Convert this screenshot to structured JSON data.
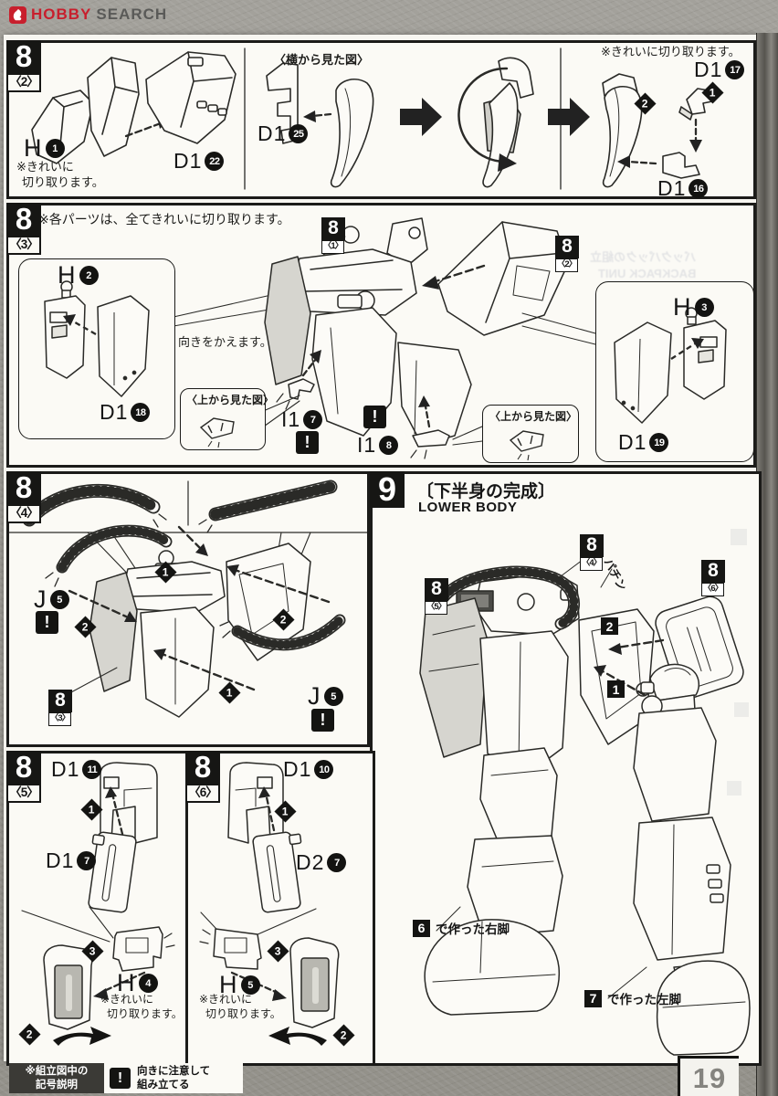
{
  "brand": {
    "hobby": "HOBBY",
    "search": "SEARCH"
  },
  "sym": {
    "excl": "!"
  },
  "p82": {
    "step": "8",
    "sub": "〈2〉",
    "h1_code": "H",
    "h1_num": "1",
    "h1_note1": "※きれいに",
    "h1_note2": "切り取ります。",
    "d122_code": "D1",
    "d122_num": "22",
    "side_view": "〈横から見た図〉",
    "d125_code": "D1",
    "d125_num": "25",
    "cut_note": "※きれいに切り取ります。",
    "d117_code": "D1",
    "d117_num": "17",
    "d116_code": "D1",
    "d116_num": "16",
    "m1": "1",
    "m2": "2"
  },
  "p83": {
    "step": "8",
    "sub": "〈3〉",
    "note": "※各パーツは、全てきれいに切り取ります。",
    "h2_code": "H",
    "h2_num": "2",
    "d118_code": "D1",
    "d118_num": "18",
    "turn_note": "向きをかえます。",
    "top_view1": "〈上から見た図〉",
    "top_view2": "〈上から見た図〉",
    "ref1_step": "8",
    "ref1_sub": "〈1〉",
    "ref2_step": "8",
    "ref2_sub": "〈2〉",
    "i17_code": "I1",
    "i17_num": "7",
    "i18_code": "I1",
    "i18_num": "8",
    "h3_code": "H",
    "h3_num": "3",
    "d119_code": "D1",
    "d119_num": "19",
    "ghost1": "バックパックの組立",
    "ghost2": "BACKPACK UNIT"
  },
  "p84": {
    "step": "8",
    "sub": "〈4〉",
    "j5l_code": "J",
    "j5l_num": "5",
    "j5r_code": "J",
    "j5r_num": "5",
    "ref_step": "8",
    "ref_sub": "〈3〉",
    "m1a": "1",
    "m2a": "2",
    "m2b": "2",
    "m1b": "1"
  },
  "p9": {
    "step": "9",
    "title_jp": "〔下半身の完成〕",
    "title_en": "LOWER BODY",
    "ref4_step": "8",
    "ref4_sub": "〈4〉",
    "ref5_step": "8",
    "ref5_sub": "〈5〉",
    "ref6_step": "8",
    "ref6_sub": "〈6〉",
    "snap": "パチン",
    "m1": "1",
    "m2": "2",
    "leg_r_num": "6",
    "leg_r_text": "で作った右脚",
    "leg_l_num": "7",
    "leg_l_text": "で作った左脚"
  },
  "p85": {
    "step": "8",
    "sub": "〈5〉",
    "d111_code": "D1",
    "d111_num": "11",
    "d17_code": "D1",
    "d17_num": "7",
    "h4_code": "H",
    "h4_num": "4",
    "note1": "※きれいに",
    "note2": "切り取ります。",
    "m1": "1",
    "m2": "2",
    "m3": "3"
  },
  "p86": {
    "step": "8",
    "sub": "〈6〉",
    "d110_code": "D1",
    "d110_num": "10",
    "d27_code": "D2",
    "d27_num": "7",
    "h5_code": "H",
    "h5_num": "5",
    "note1": "※きれいに",
    "note2": "切り取ります。",
    "m1": "1",
    "m2": "2",
    "m3": "3"
  },
  "footer": {
    "legend1": "※組立図中の",
    "legend2": "記号説明",
    "warn1": "向きに注意して",
    "warn2": "組み立てる",
    "page": "19"
  }
}
